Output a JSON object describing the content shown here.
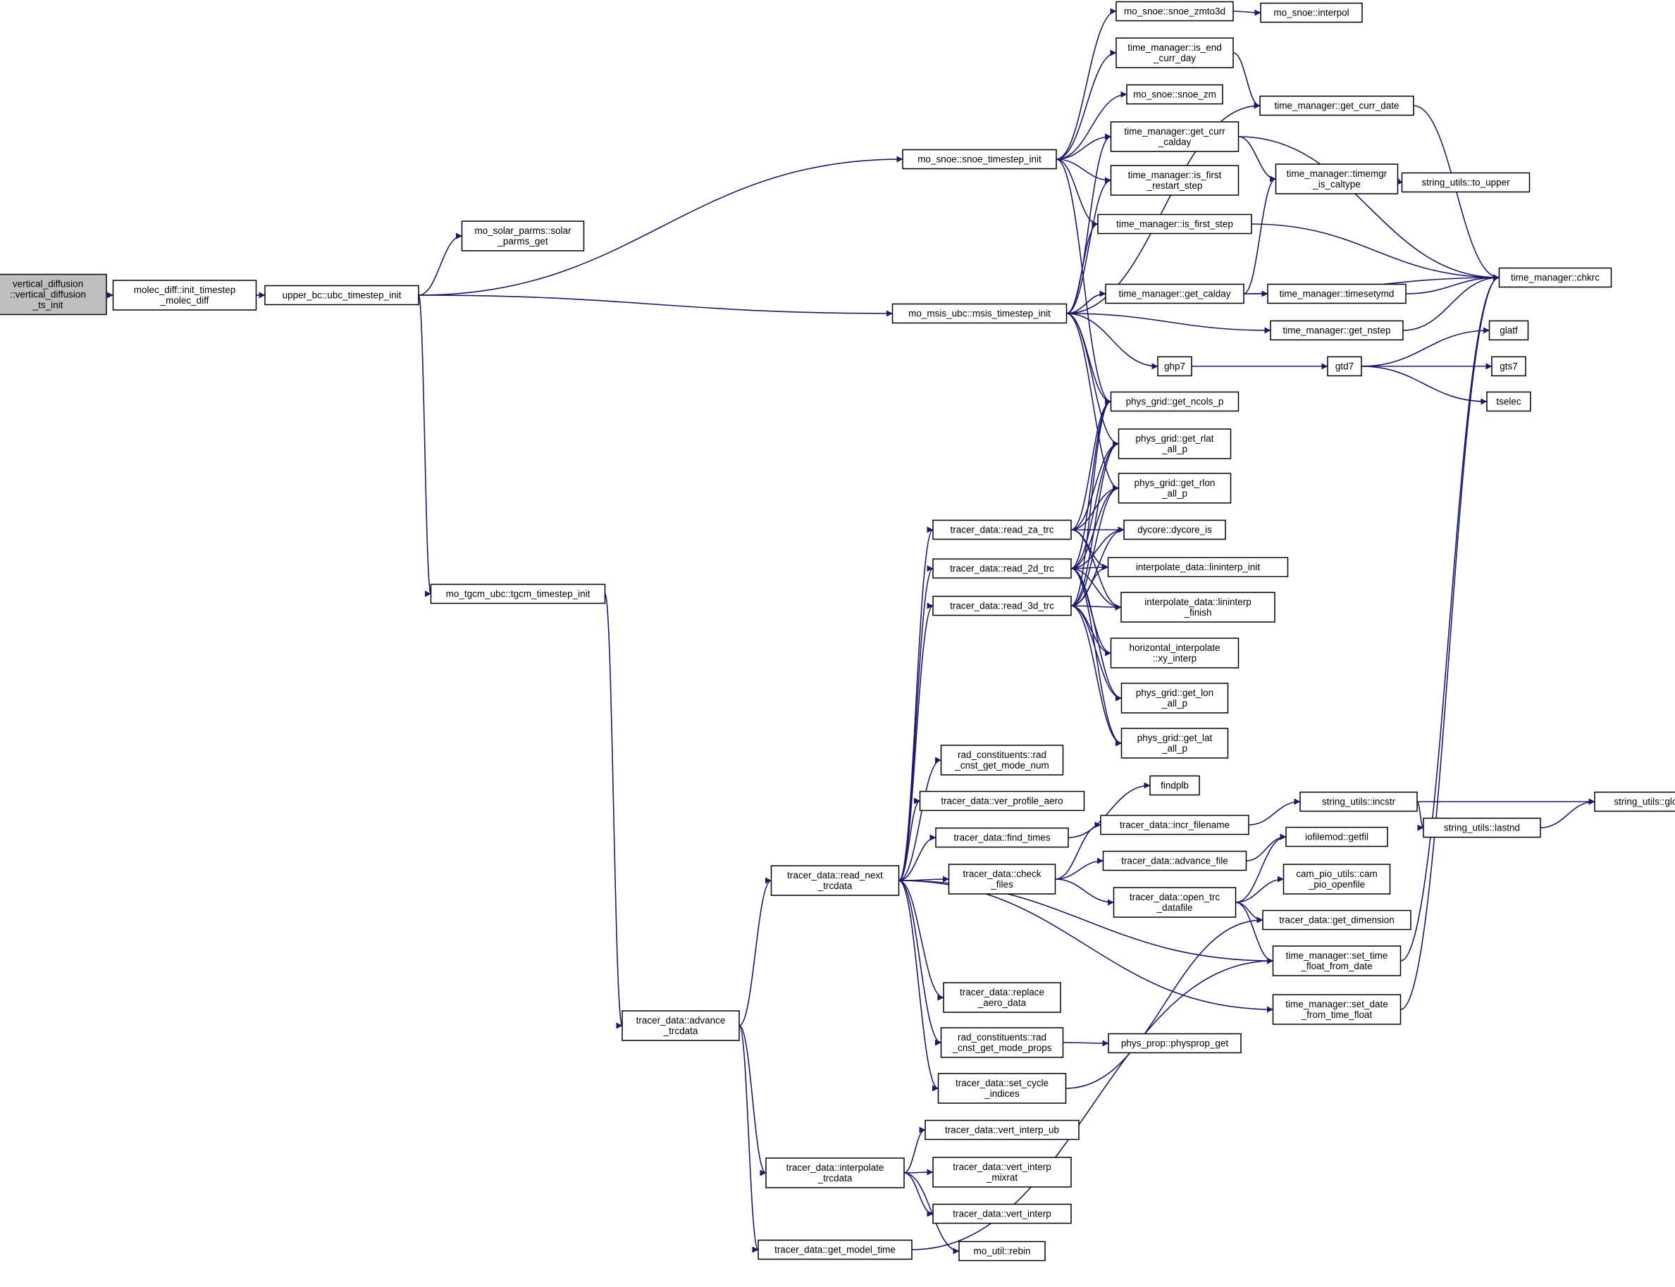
{
  "diagram": {
    "colors": {
      "edge": "#191970",
      "node_fill": "#ffffff",
      "root_fill": "#bfbfbf",
      "node_border": "#000000"
    },
    "nodes": [
      {
        "id": "root",
        "lines": [
          "vertical_diffusion",
          "::vertical_diffusion",
          "_ts_init"
        ],
        "root": true
      },
      {
        "id": "molec_init",
        "lines": [
          "molec_diff::init_timestep",
          "_molec_diff"
        ]
      },
      {
        "id": "upper_bc",
        "lines": [
          "upper_bc::ubc_timestep_init"
        ]
      },
      {
        "id": "solar",
        "lines": [
          "mo_solar_parms::solar",
          "_parms_get"
        ]
      },
      {
        "id": "tgcm",
        "lines": [
          "mo_tgcm_ubc::tgcm_timestep_init"
        ]
      },
      {
        "id": "snoe_init",
        "lines": [
          "mo_snoe::snoe_timestep_init"
        ]
      },
      {
        "id": "msis_init",
        "lines": [
          "mo_msis_ubc::msis_timestep_init"
        ]
      },
      {
        "id": "snoe_zmto3d",
        "lines": [
          "mo_snoe::snoe_zmto3d"
        ]
      },
      {
        "id": "snoe_interpol",
        "lines": [
          "mo_snoe::interpol"
        ]
      },
      {
        "id": "is_end_curr_day",
        "lines": [
          "time_manager::is_end",
          "_curr_day"
        ]
      },
      {
        "id": "snoe_zm",
        "lines": [
          "mo_snoe::snoe_zm"
        ]
      },
      {
        "id": "get_curr_calday",
        "lines": [
          "time_manager::get_curr",
          "_calday"
        ]
      },
      {
        "id": "is_first_restart",
        "lines": [
          "time_manager::is_first",
          "_restart_step"
        ]
      },
      {
        "id": "is_first_step",
        "lines": [
          "time_manager::is_first_step"
        ]
      },
      {
        "id": "get_calday",
        "lines": [
          "time_manager::get_calday"
        ]
      },
      {
        "id": "ghp7",
        "lines": [
          "ghp7"
        ]
      },
      {
        "id": "get_curr_date",
        "lines": [
          "time_manager::get_curr_date"
        ]
      },
      {
        "id": "timemgr_caltype",
        "lines": [
          "time_manager::timemgr",
          "_is_caltype"
        ]
      },
      {
        "id": "to_upper",
        "lines": [
          "string_utils::to_upper"
        ]
      },
      {
        "id": "chkrc",
        "lines": [
          "time_manager::chkrc"
        ]
      },
      {
        "id": "timesetymd",
        "lines": [
          "time_manager::timesetymd"
        ]
      },
      {
        "id": "get_nstep",
        "lines": [
          "time_manager::get_nstep"
        ]
      },
      {
        "id": "gtd7",
        "lines": [
          "gtd7"
        ]
      },
      {
        "id": "glatf",
        "lines": [
          "glatf"
        ]
      },
      {
        "id": "gts7",
        "lines": [
          "gts7"
        ]
      },
      {
        "id": "tselec",
        "lines": [
          "tselec"
        ]
      },
      {
        "id": "get_ncols",
        "lines": [
          "phys_grid::get_ncols_p"
        ]
      },
      {
        "id": "get_rlat",
        "lines": [
          "phys_grid::get_rlat",
          "_all_p"
        ]
      },
      {
        "id": "get_rlon",
        "lines": [
          "phys_grid::get_rlon",
          "_all_p"
        ]
      },
      {
        "id": "dycore_is",
        "lines": [
          "dycore::dycore_is"
        ]
      },
      {
        "id": "lininterp_init",
        "lines": [
          "interpolate_data::lininterp_init"
        ]
      },
      {
        "id": "lininterp_finish",
        "lines": [
          "interpolate_data::lininterp",
          "_finish"
        ]
      },
      {
        "id": "xy_interp",
        "lines": [
          "horizontal_interpolate",
          "::xy_interp"
        ]
      },
      {
        "id": "get_lon",
        "lines": [
          "phys_grid::get_lon",
          "_all_p"
        ]
      },
      {
        "id": "get_lat",
        "lines": [
          "phys_grid::get_lat",
          "_all_p"
        ]
      },
      {
        "id": "read_za",
        "lines": [
          "tracer_data::read_za_trc"
        ]
      },
      {
        "id": "read_2d",
        "lines": [
          "tracer_data::read_2d_trc"
        ]
      },
      {
        "id": "read_3d",
        "lines": [
          "tracer_data::read_3d_trc"
        ]
      },
      {
        "id": "rad_mode_num",
        "lines": [
          "rad_constituents::rad",
          "_cnst_get_mode_num"
        ]
      },
      {
        "id": "ver_profile",
        "lines": [
          "tracer_data::ver_profile_aero"
        ]
      },
      {
        "id": "find_times",
        "lines": [
          "tracer_data::find_times"
        ]
      },
      {
        "id": "findplb",
        "lines": [
          "findplb"
        ]
      },
      {
        "id": "check_files",
        "lines": [
          "tracer_data::check",
          "_files"
        ]
      },
      {
        "id": "incr_filename",
        "lines": [
          "tracer_data::incr_filename"
        ]
      },
      {
        "id": "advance_file",
        "lines": [
          "tracer_data::advance_file"
        ]
      },
      {
        "id": "open_trc",
        "lines": [
          "tracer_data::open_trc",
          "_datafile"
        ]
      },
      {
        "id": "incstr",
        "lines": [
          "string_utils::incstr"
        ]
      },
      {
        "id": "lastnd",
        "lines": [
          "string_utils::lastnd"
        ]
      },
      {
        "id": "glc",
        "lines": [
          "string_utils::glc"
        ]
      },
      {
        "id": "getfil",
        "lines": [
          "iofilemod::getfil"
        ]
      },
      {
        "id": "cam_pio",
        "lines": [
          "cam_pio_utils::cam",
          "_pio_openfile"
        ]
      },
      {
        "id": "get_dimension",
        "lines": [
          "tracer_data::get_dimension"
        ]
      },
      {
        "id": "set_time_float",
        "lines": [
          "time_manager::set_time",
          "_float_from_date"
        ]
      },
      {
        "id": "set_date_float",
        "lines": [
          "time_manager::set_date",
          "_from_time_float"
        ]
      },
      {
        "id": "read_next",
        "lines": [
          "tracer_data::read_next",
          "_trcdata"
        ]
      },
      {
        "id": "replace_aero",
        "lines": [
          "tracer_data::replace",
          "_aero_data"
        ]
      },
      {
        "id": "rad_mode_props",
        "lines": [
          "rad_constituents::rad",
          "_cnst_get_mode_props"
        ]
      },
      {
        "id": "physprop_get",
        "lines": [
          "phys_prop::physprop_get"
        ]
      },
      {
        "id": "set_cycle",
        "lines": [
          "tracer_data::set_cycle",
          "_indices"
        ]
      },
      {
        "id": "advance_trc",
        "lines": [
          "tracer_data::advance",
          "_trcdata"
        ]
      },
      {
        "id": "interp_trc",
        "lines": [
          "tracer_data::interpolate",
          "_trcdata"
        ]
      },
      {
        "id": "get_model_time",
        "lines": [
          "tracer_data::get_model_time"
        ]
      },
      {
        "id": "vert_interp_ub",
        "lines": [
          "tracer_data::vert_interp_ub"
        ]
      },
      {
        "id": "vert_interp_mixrat",
        "lines": [
          "tracer_data::vert_interp",
          "_mixrat"
        ]
      },
      {
        "id": "vert_interp",
        "lines": [
          "tracer_data::vert_interp"
        ]
      },
      {
        "id": "rebin",
        "lines": [
          "mo_util::rebin"
        ]
      }
    ],
    "edges": [
      [
        "root",
        "molec_init"
      ],
      [
        "molec_init",
        "upper_bc"
      ],
      [
        "upper_bc",
        "solar"
      ],
      [
        "upper_bc",
        "snoe_init"
      ],
      [
        "upper_bc",
        "msis_init"
      ],
      [
        "upper_bc",
        "tgcm"
      ],
      [
        "tgcm",
        "advance_trc"
      ],
      [
        "snoe_init",
        "snoe_zmto3d"
      ],
      [
        "snoe_zmto3d",
        "snoe_interpol"
      ],
      [
        "snoe_init",
        "is_end_curr_day"
      ],
      [
        "snoe_init",
        "snoe_zm"
      ],
      [
        "snoe_init",
        "get_curr_calday"
      ],
      [
        "snoe_init",
        "is_first_restart"
      ],
      [
        "snoe_init",
        "is_first_step"
      ],
      [
        "snoe_init",
        "get_ncols"
      ],
      [
        "is_end_curr_day",
        "get_curr_date"
      ],
      [
        "get_curr_calday",
        "timemgr_caltype"
      ],
      [
        "get_curr_calday",
        "chkrc"
      ],
      [
        "timemgr_caltype",
        "to_upper"
      ],
      [
        "get_curr_date",
        "chkrc"
      ],
      [
        "is_first_step",
        "chkrc"
      ],
      [
        "msis_init",
        "get_curr_calday"
      ],
      [
        "msis_init",
        "is_first_restart"
      ],
      [
        "msis_init",
        "is_first_step"
      ],
      [
        "msis_init",
        "get_curr_date"
      ],
      [
        "msis_init",
        "get_calday"
      ],
      [
        "msis_init",
        "get_nstep"
      ],
      [
        "msis_init",
        "ghp7"
      ],
      [
        "msis_init",
        "get_ncols"
      ],
      [
        "msis_init",
        "get_rlat"
      ],
      [
        "msis_init",
        "get_rlon"
      ],
      [
        "get_calday",
        "timemgr_caltype"
      ],
      [
        "get_calday",
        "timesetymd"
      ],
      [
        "get_calday",
        "chkrc"
      ],
      [
        "timesetymd",
        "chkrc"
      ],
      [
        "get_nstep",
        "chkrc"
      ],
      [
        "ghp7",
        "gtd7"
      ],
      [
        "gtd7",
        "glatf"
      ],
      [
        "gtd7",
        "gts7"
      ],
      [
        "gtd7",
        "tselec"
      ],
      [
        "read_za",
        "get_ncols"
      ],
      [
        "read_za",
        "get_rlat"
      ],
      [
        "read_za",
        "get_rlon"
      ],
      [
        "read_za",
        "dycore_is"
      ],
      [
        "read_za",
        "lininterp_init"
      ],
      [
        "read_za",
        "lininterp_finish"
      ],
      [
        "read_2d",
        "get_ncols"
      ],
      [
        "read_2d",
        "get_rlat"
      ],
      [
        "read_2d",
        "get_rlon"
      ],
      [
        "read_2d",
        "dycore_is"
      ],
      [
        "read_2d",
        "lininterp_init"
      ],
      [
        "read_2d",
        "lininterp_finish"
      ],
      [
        "read_2d",
        "xy_interp"
      ],
      [
        "read_2d",
        "get_lon"
      ],
      [
        "read_2d",
        "get_lat"
      ],
      [
        "read_3d",
        "get_ncols"
      ],
      [
        "read_3d",
        "get_rlat"
      ],
      [
        "read_3d",
        "get_rlon"
      ],
      [
        "read_3d",
        "dycore_is"
      ],
      [
        "read_3d",
        "lininterp_init"
      ],
      [
        "read_3d",
        "lininterp_finish"
      ],
      [
        "read_3d",
        "xy_interp"
      ],
      [
        "read_3d",
        "get_lon"
      ],
      [
        "read_3d",
        "get_lat"
      ],
      [
        "read_next",
        "read_za"
      ],
      [
        "read_next",
        "read_2d"
      ],
      [
        "read_next",
        "read_3d"
      ],
      [
        "read_next",
        "rad_mode_num"
      ],
      [
        "read_next",
        "ver_profile"
      ],
      [
        "read_next",
        "find_times"
      ],
      [
        "read_next",
        "check_files"
      ],
      [
        "read_next",
        "set_time_float"
      ],
      [
        "read_next",
        "set_date_float"
      ],
      [
        "read_next",
        "replace_aero"
      ],
      [
        "read_next",
        "rad_mode_props"
      ],
      [
        "read_next",
        "set_cycle"
      ],
      [
        "find_times",
        "findplb"
      ],
      [
        "check_files",
        "incr_filename"
      ],
      [
        "check_files",
        "advance_file"
      ],
      [
        "check_files",
        "open_trc"
      ],
      [
        "incr_filename",
        "incstr"
      ],
      [
        "incstr",
        "glc"
      ],
      [
        "incstr",
        "lastnd"
      ],
      [
        "lastnd",
        "glc"
      ],
      [
        "advance_file",
        "getfil"
      ],
      [
        "open_trc",
        "getfil"
      ],
      [
        "open_trc",
        "cam_pio"
      ],
      [
        "open_trc",
        "get_dimension"
      ],
      [
        "open_trc",
        "set_time_float"
      ],
      [
        "set_time_float",
        "chkrc"
      ],
      [
        "set_date_float",
        "chkrc"
      ],
      [
        "rad_mode_props",
        "physprop_get"
      ],
      [
        "set_cycle",
        "get_dimension"
      ],
      [
        "advance_trc",
        "read_next"
      ],
      [
        "advance_trc",
        "interp_trc"
      ],
      [
        "advance_trc",
        "get_model_time"
      ],
      [
        "interp_trc",
        "vert_interp_ub"
      ],
      [
        "interp_trc",
        "vert_interp_mixrat"
      ],
      [
        "interp_trc",
        "vert_interp"
      ],
      [
        "interp_trc",
        "rebin"
      ],
      [
        "get_model_time",
        "set_time_float"
      ]
    ]
  }
}
